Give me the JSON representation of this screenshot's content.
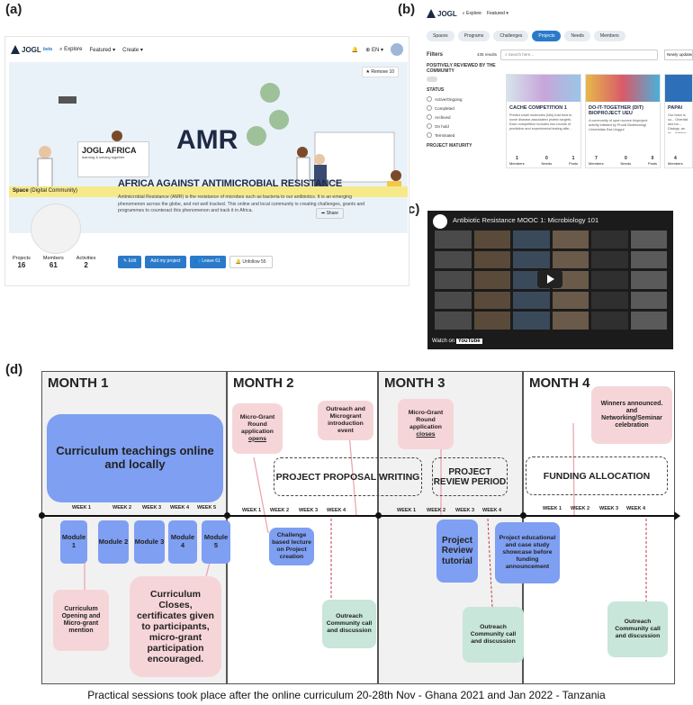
{
  "panel_labels": {
    "a": "(a)",
    "b": "(b)",
    "c": "(c)",
    "d": "(d)"
  },
  "panel_a": {
    "nav": {
      "logo": "JOGL",
      "logo_sub": "beta",
      "explore": "Explore",
      "featured": "Featured",
      "create": "Create",
      "lang": "EN"
    },
    "remove_label": "Remove",
    "remove_count": "10",
    "banner_text": "AMR",
    "banner_logo": "JOGL AFRICA",
    "banner_tagline": "learning & solving together",
    "space_label": "Space",
    "space_type": "(Digital Community)",
    "title": "AFRICA AGAINST ANTIMICROBIAL RESISTANCE",
    "share_label": "Share",
    "description": "Antimicrobial Resistance (AMR) is the resistance of microbes such as bacteria to our antibiotics. It is an emerging phenomenon across the globe, and not well tracked. This online and local community is creating challenges, grants and programmes to counteract this phenomenon and track it in Africa.",
    "stats": [
      {
        "label": "Projects",
        "value": "16"
      },
      {
        "label": "Members",
        "value": "61"
      },
      {
        "label": "Activities",
        "value": "2"
      }
    ],
    "buttons": {
      "edit": "Edit",
      "add_project": "Add my project",
      "leave": "Leave",
      "leave_count": "61",
      "unfollow": "Unfollow",
      "unfollow_count": "55"
    }
  },
  "panel_b": {
    "nav": {
      "logo": "JOGL",
      "explore": "Explore",
      "featured": "Featured"
    },
    "tabs": [
      "Spaces",
      "Programs",
      "Challenges",
      "Projects",
      "Needs",
      "Members"
    ],
    "active_tab": "Projects",
    "filters_label": "Filters",
    "results": "435 results",
    "search_placeholder": "Search here...",
    "sort_label": "Newly updated",
    "filter_groups": [
      {
        "heading": "POSITIVELY REVIEWED BY THE COMMUNITY",
        "options": []
      },
      {
        "heading": "STATUS",
        "options": [
          "Active/Ongoing",
          "Completed",
          "Archived",
          "On hold",
          "Terminated"
        ]
      },
      {
        "heading": "PROJECT MATURITY",
        "options": []
      }
    ],
    "cards": [
      {
        "title": "CACHE COMPETITION 1",
        "desc": "Predict small molecules (hits) that bind to novel disease-associated protein targets. Each competition includes two rounds of predictive and experimental testing afte...",
        "members": "1",
        "needs": "0",
        "posts": "1"
      },
      {
        "title": "DO-IT-TOGETHER (DIT) BIOPROJECT UEU",
        "desc": "A community of open source bioproject activity initiated by Procili Bioteknologi Universitas Esa Unggul",
        "members": "7",
        "needs": "0",
        "posts": "0"
      },
      {
        "title": "PAPAI",
        "desc": "Our team is co... Grientist and ba... Dialogs, an ex... making AI acc...",
        "members": "4",
        "needs": "",
        "posts": ""
      }
    ],
    "stat_labels": {
      "members": "Members",
      "needs": "Needs",
      "posts": "Posts"
    }
  },
  "panel_c": {
    "video_title": "Antibiotic Resistance MOOC 1: Microbiology 101",
    "watch_on": "Watch on",
    "platform": "YouTube"
  },
  "panel_d": {
    "months": [
      "MONTH 1",
      "MONTH 2",
      "MONTH 3",
      "MONTH 4"
    ],
    "curriculum_box": "Curriculum teachings online and locally",
    "modules": [
      "Module 1",
      "Module 2",
      "Module 3",
      "Module 4",
      "Module 5"
    ],
    "week_labels_m1": [
      "WEEK 1",
      "WEEK 2",
      "WEEK 3",
      "WEEK 4",
      "WEEK 5"
    ],
    "week_labels_m2": [
      "WEEK 1",
      "WEEK 2",
      "WEEK 3",
      "WEEK 4"
    ],
    "week_labels_m3": [
      "WEEK 1",
      "WEEK 2",
      "WEEK 3",
      "WEEK 4"
    ],
    "week_labels_m4": [
      "WEEK 1",
      "WEEK 2",
      "WEEK 3",
      "WEEK 4"
    ],
    "curriculum_opening": "Curriculum Opening and Micro-grant mention",
    "curriculum_closes": "Curriculum Closes, certificates given to participants, micro-grant participation encouraged.",
    "microgrant_opens": {
      "text": "Micro-Grant Round application",
      "underlined": "opens"
    },
    "outreach_intro": "Outreach and Microgrant introduction event",
    "project_proposal": "PROJECT PROPOSAL WRITING",
    "challenge_lecture": "Challenge based lecture on Project creation",
    "outreach_call": "Outreach Community call and discussion",
    "microgrant_closes": {
      "text": "Micro-Grant Round application",
      "underlined": "closes"
    },
    "project_review_period": "PROJECT REVIEW PERIOD",
    "project_review_tutorial": "Project Review tutorial",
    "showcase": "Project educational and case study showcase before funding announcement",
    "winners": "Winners announced. and Networking/Seminar celebration",
    "funding_allocation": "FUNDING ALLOCATION"
  },
  "caption": "Practical sessions took place after the online curriculum 20-28th Nov - Ghana 2021 and Jan 2022 - Tanzania",
  "colors": {
    "blue_box": "#7e9ff2",
    "pink_box": "#f6d5d8",
    "green_box": "#c8e6d9",
    "accent": "#2b7ac9",
    "space_bar": "#f6e98a"
  }
}
